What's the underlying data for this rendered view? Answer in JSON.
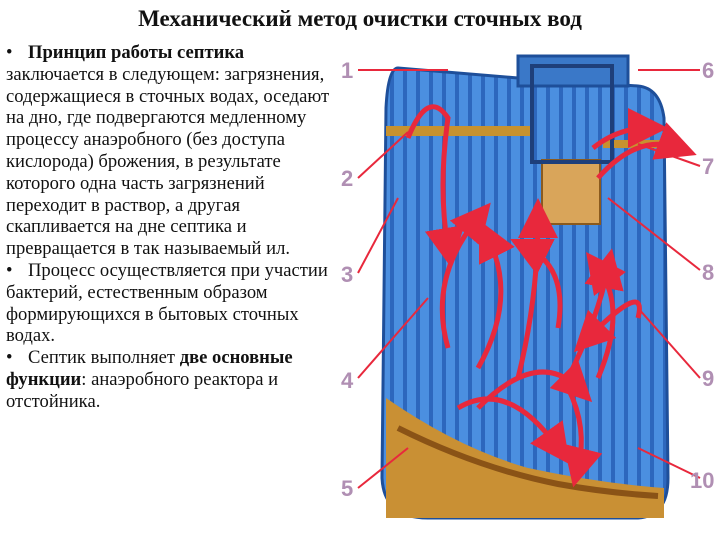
{
  "title": "Механический метод очистки сточных вод",
  "paragraph1": {
    "bullet": "•",
    "lead": "Принцип работы септика",
    "rest": "заключается в следующем: загрязнения, содержащиеся в сточных водах, оседают на дно, где подвергаются медленному процессу анаэробного (без доступа кислорода) брожения, в результате которого одна часть загрязнений переходит в раствор, а другая скапливается на дне септика и превращается в так называемый ил."
  },
  "paragraph2": {
    "bullet": "•",
    "text": "Процесс осуществляется при участии бактерий, естественным образом формирующихся в бытовых сточных водах."
  },
  "paragraph3": {
    "bullet": "•",
    "text_a": "Септик выполняет",
    "bold_a": "две основные функции",
    "text_b": ": анаэробного реактора и отстойника."
  },
  "diagram": {
    "labels": [
      "1",
      "2",
      "3",
      "4",
      "5",
      "6",
      "7",
      "8",
      "9",
      "10"
    ],
    "colors": {
      "water": "#3d7fd1",
      "stripe": "#2b63b8",
      "arrow": "#e8283c",
      "sludge": "#c28a2e",
      "label": "#b08fb3"
    }
  }
}
